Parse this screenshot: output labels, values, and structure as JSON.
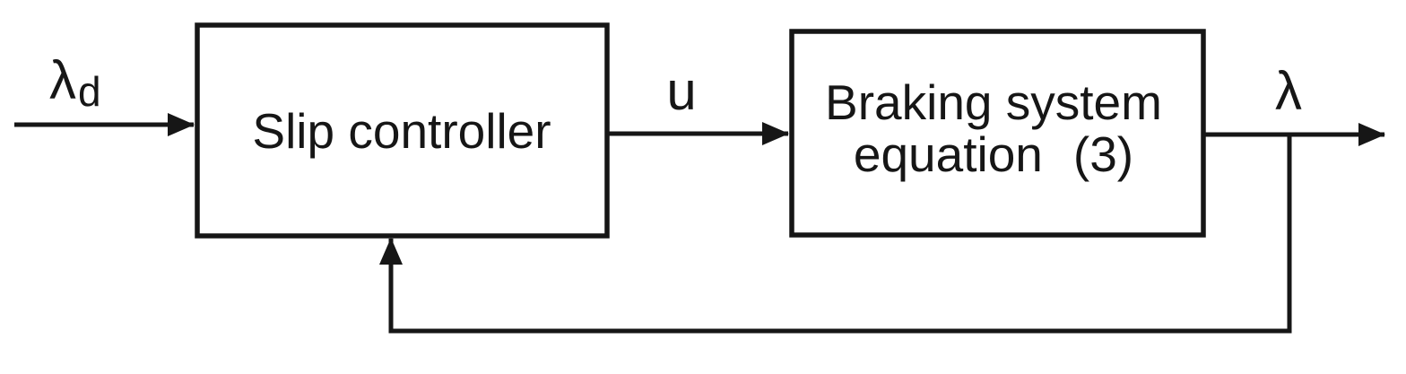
{
  "blocks": {
    "slip_controller": {
      "label": "Slip controller"
    },
    "braking_system": {
      "line1": "Braking system",
      "line2_word": "equation",
      "line2_ref": "(3)"
    }
  },
  "signals": {
    "input": {
      "symbol": "λ",
      "subscript": "d"
    },
    "control": {
      "symbol": "u"
    },
    "output": {
      "symbol": "λ"
    }
  },
  "style": {
    "stroke_color": "#161616",
    "text_color": "#161616",
    "background": "#ffffff"
  }
}
